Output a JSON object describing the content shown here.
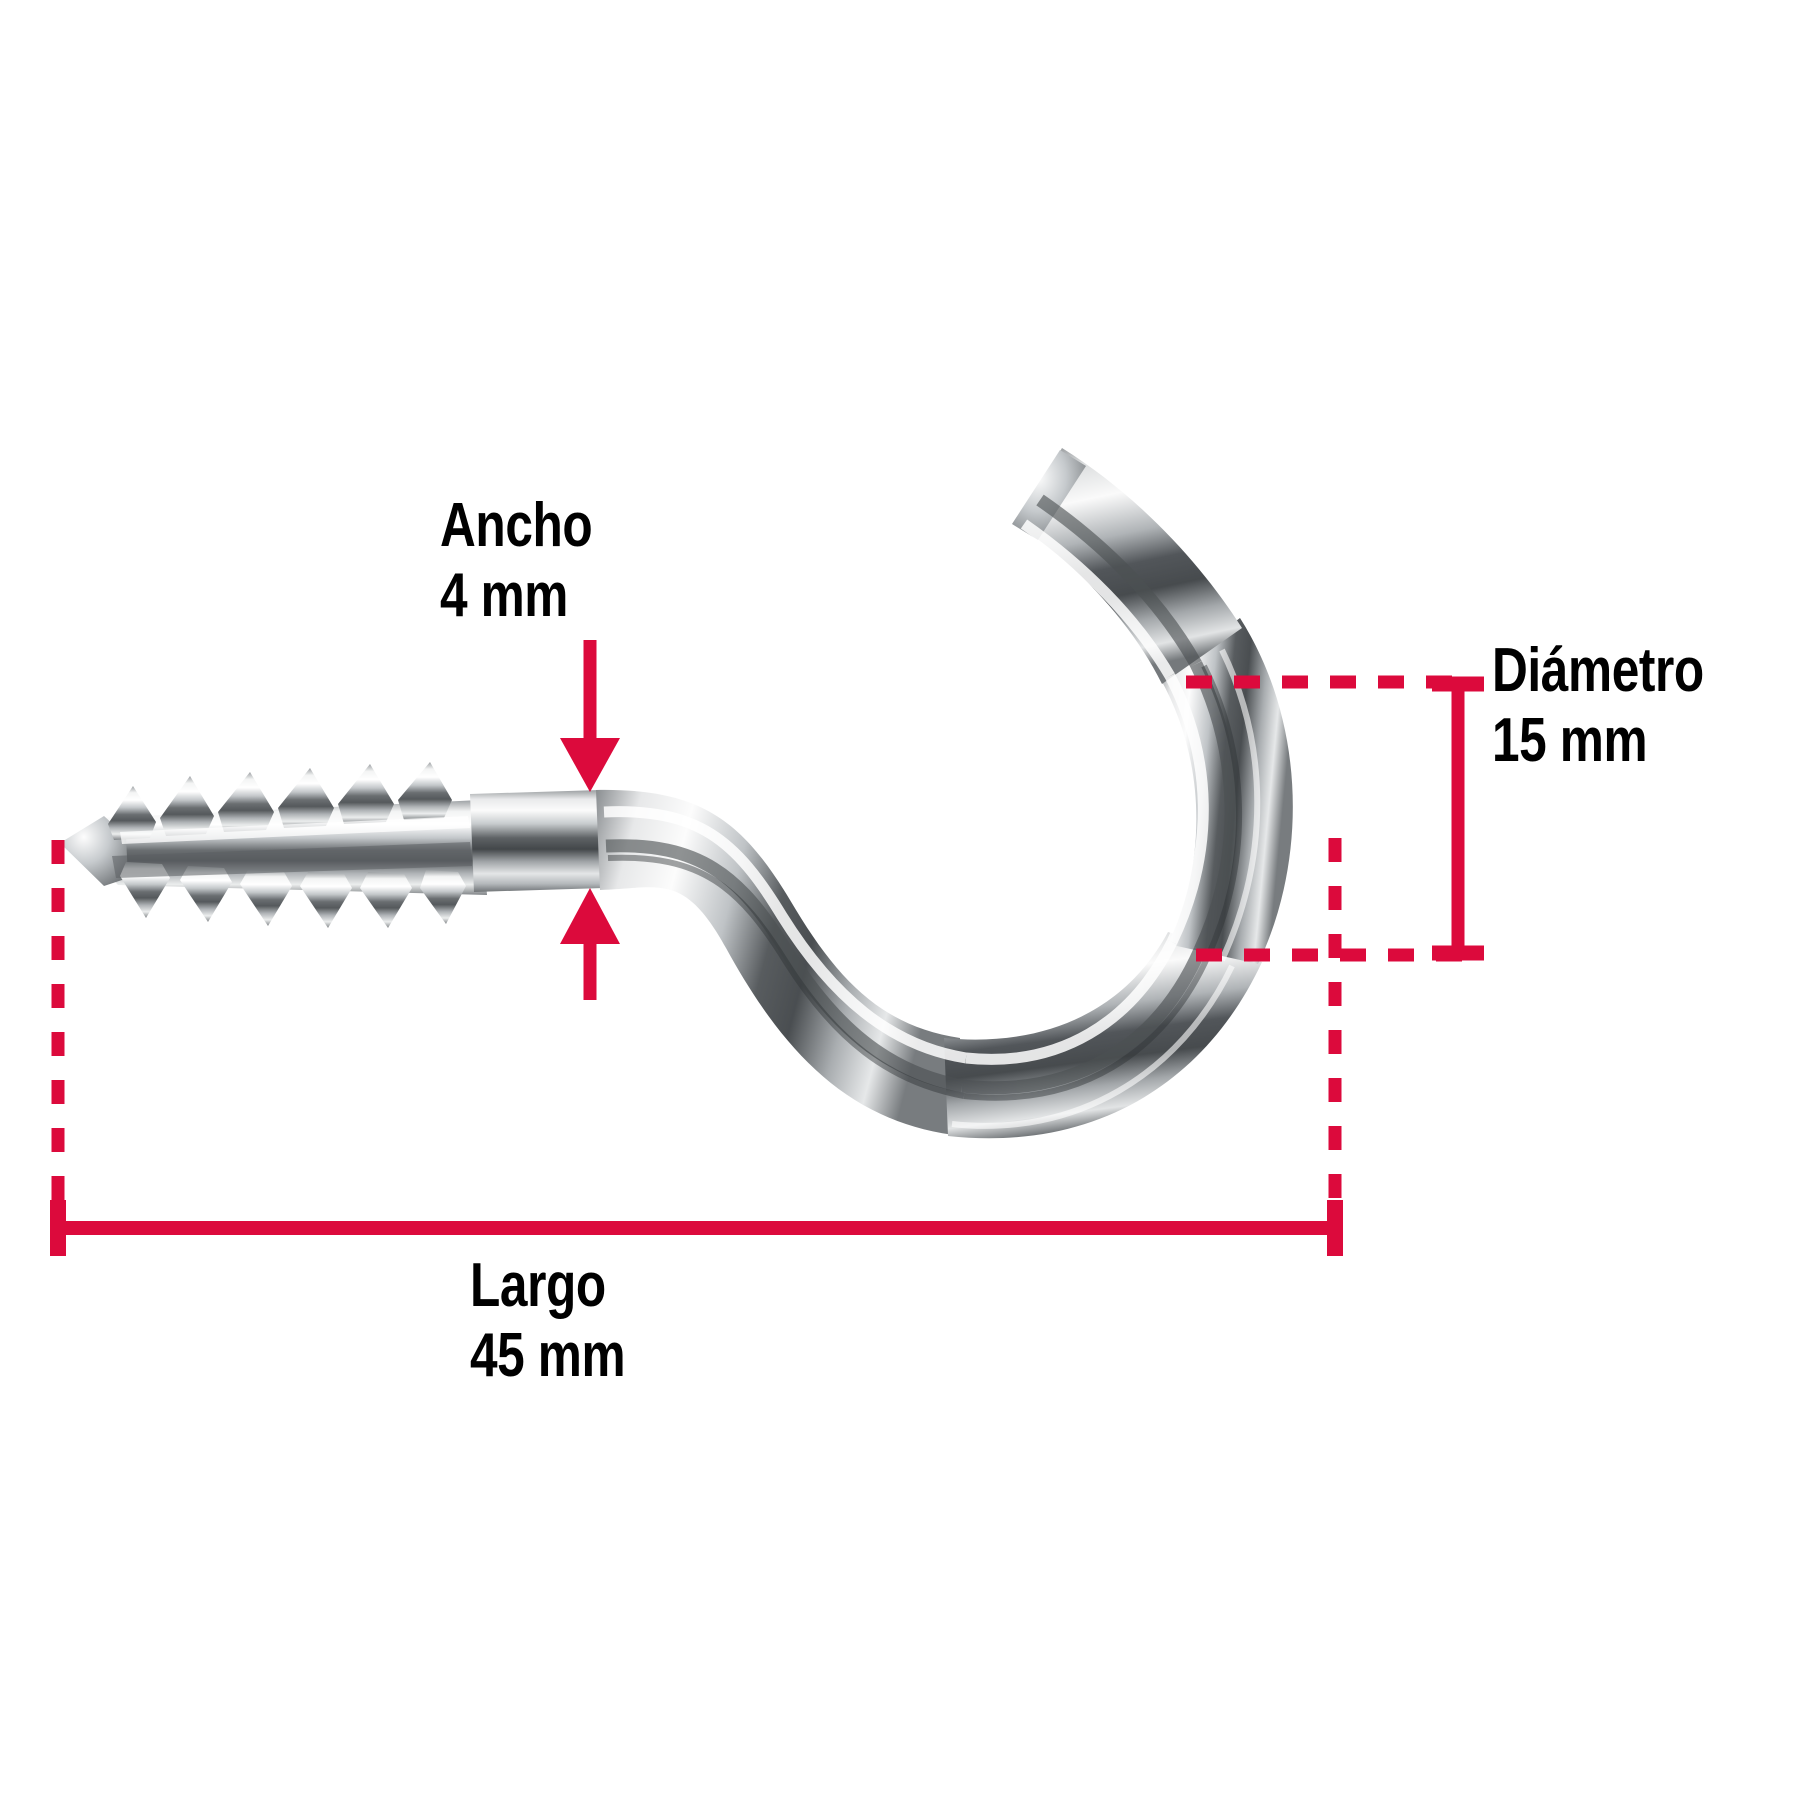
{
  "product": {
    "name": "alcayata-tornillo",
    "description": "Alcayata de acero galvanizado con rosca tirafondo y gancho abierto",
    "finish_color": "#b9bcbe"
  },
  "accent": {
    "dimension_red": "#DC0A3C",
    "text_black": "#000000",
    "background": "#FFFFFF"
  },
  "annotations": {
    "ancho": {
      "label": "Ancho",
      "value": "4 mm",
      "measure": 4,
      "unit": "mm"
    },
    "diametro": {
      "label": "Diámetro",
      "value": "15 mm",
      "measure": 15,
      "unit": "mm"
    },
    "largo": {
      "label": "Largo",
      "value": "45 mm",
      "measure": 45,
      "unit": "mm"
    }
  }
}
